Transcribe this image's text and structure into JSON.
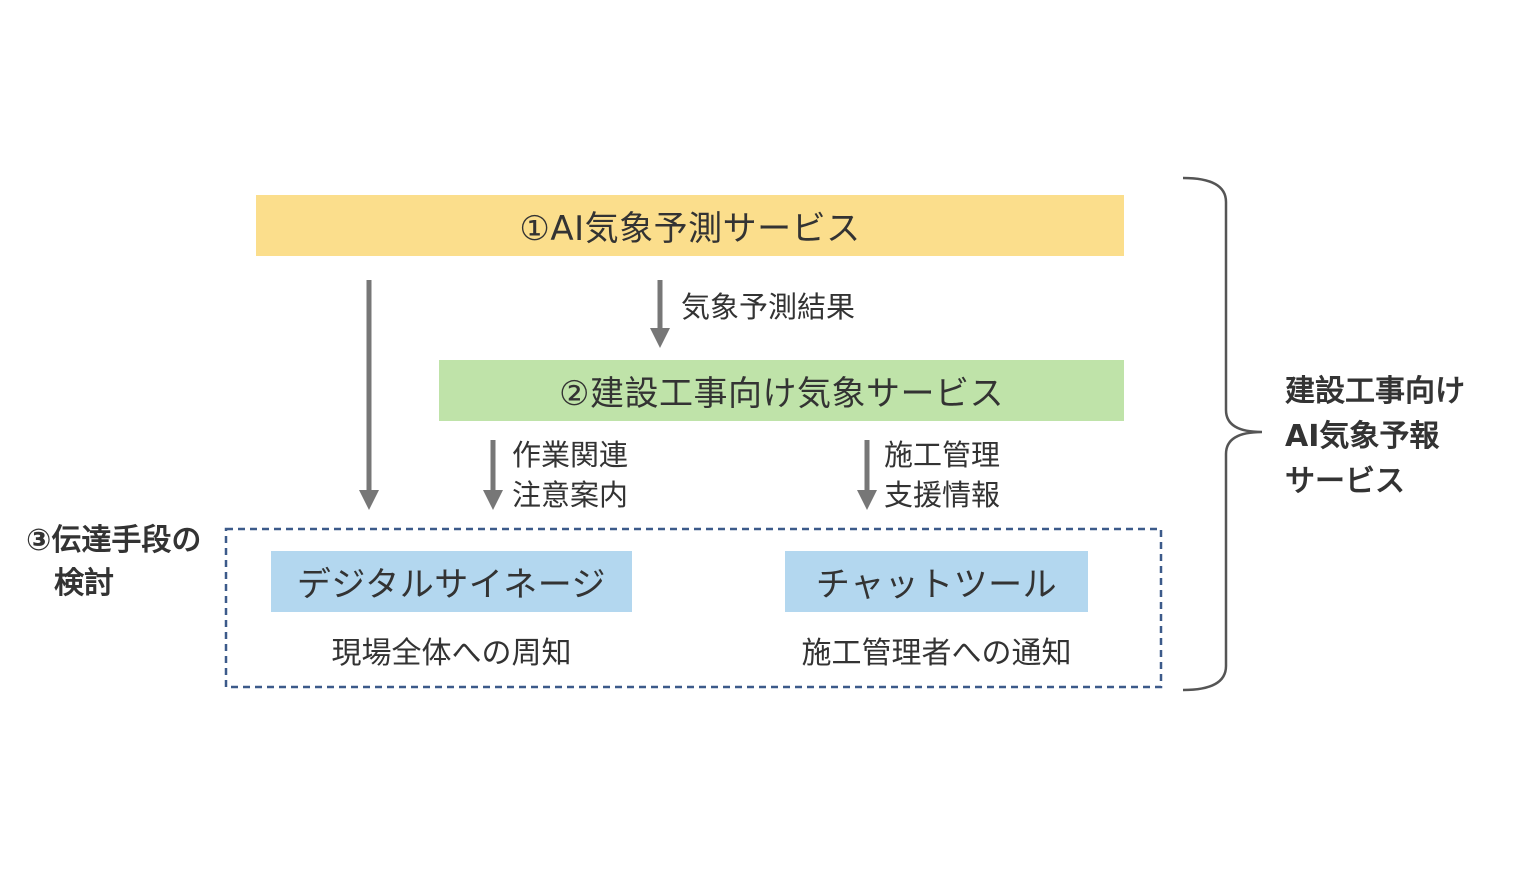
{
  "colors": {
    "ai_service_fill": "#fbde8c",
    "construction_service_fill": "#bfe3a9",
    "channel_box_fill": "#b3d7ef",
    "arrow_color": "#777777",
    "dashed_border": "#3c5a8a",
    "brace_color": "#555555"
  },
  "nodes": {
    "ai_service": "①AI気象予測サービス",
    "construction_service": "②建設工事向け気象サービス",
    "digital_signage": "デジタルサイネージ",
    "chat_tool": "チャットツール"
  },
  "edge_labels": {
    "forecast_result": "気象予測結果",
    "work_notice_line1": "作業関連",
    "work_notice_line2": "注意案内",
    "construction_support_line1": "施工管理",
    "construction_support_line2": "支援情報"
  },
  "captions": {
    "signage_purpose": "現場全体への周知",
    "chat_purpose": "施工管理者への通知"
  },
  "group": {
    "label_line1": "③伝達手段の",
    "label_line2": "検討"
  },
  "brace_label": {
    "line1": "建設工事向け",
    "line2": "AI気象予報",
    "line3": "サービス"
  }
}
